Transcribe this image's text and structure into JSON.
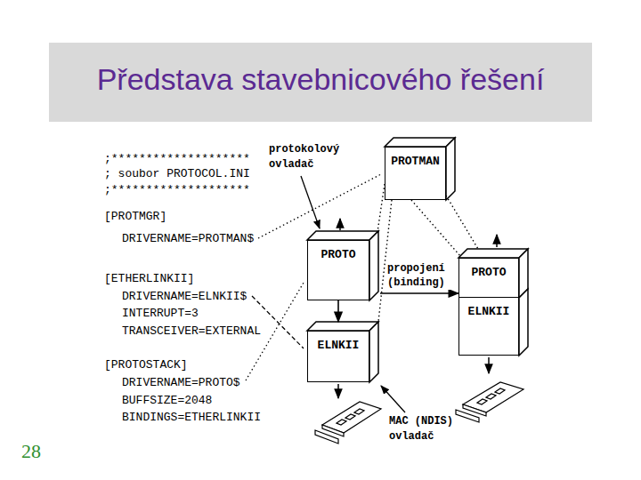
{
  "diagram": {
    "title": "Představa stavebnicového řešení",
    "nodes": [
      {
        "text": [
          "PROTMAN"
        ]
      },
      {
        "text": [
          "PROTO"
        ]
      },
      {
        "text": [
          "ELNKII"
        ]
      },
      {
        "text": [
          "PROTO"
        ]
      },
      {
        "text": [
          "ELNKII"
        ]
      }
    ],
    "edges": [
      {
        "from": 0,
        "to": 1,
        "arrow": "none"
      },
      {
        "from": 1,
        "to": 2,
        "arrow": "to"
      },
      {
        "from": 0,
        "to": 2,
        "arrow": "none"
      },
      {
        "from": 0,
        "to": 3,
        "arrow": "none"
      },
      {
        "from": 0,
        "to": 3,
        "arrow": "none"
      },
      {
        "from": 1,
        "to": 3,
        "label": "propojení (binding)",
        "arrow": "to"
      }
    ],
    "labels": [
      ";********************",
      "; soubor PROTOCOL.INI",
      ";********************",
      "[PROTMGR]",
      "DRIVERNAME=PROTMAN$",
      "[ETHERLINKII]",
      "DRIVERNAME=ELNKII$",
      "INTERRUPT=3",
      "TRANSCEIVER=EXTERNAL",
      "[PROTOSTACK]",
      "DRIVERNAME=PROTO$",
      "BUFFSIZE=2048",
      "BINDINGS=ETHERLINKII",
      "protokolový ovladač",
      "MAC (NDIS) ovladač",
      "28"
    ]
  }
}
